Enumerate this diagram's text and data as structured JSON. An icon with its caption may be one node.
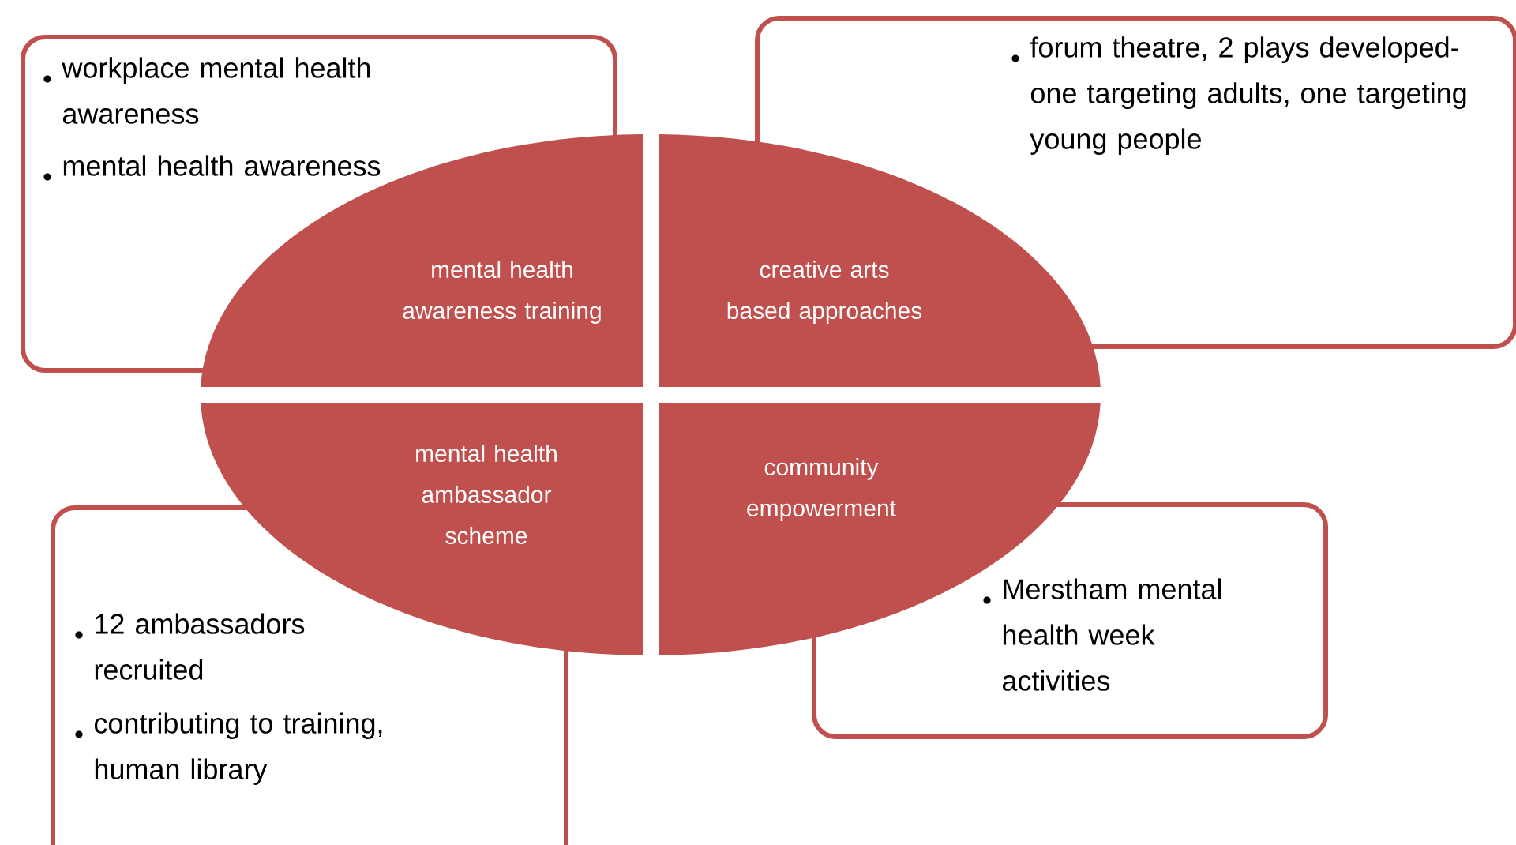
{
  "diagram": {
    "nodes": [
      {
        "text": [
          "workplace mental health awareness",
          "mental health awareness"
        ]
      },
      {
        "text": [
          "mental health awareness training"
        ]
      },
      {
        "text": [
          "creative arts based approaches"
        ]
      },
      {
        "text": [
          "forum theatre, 2 plays developed- one targeting adults, one targeting young people"
        ]
      },
      {
        "text": [
          "mental health ambassador scheme"
        ]
      },
      {
        "text": [
          "community empowerment"
        ]
      },
      {
        "text": [
          "12 ambassadors recruited",
          "contributing to training, human library"
        ]
      },
      {
        "text": [
          "Merstham mental health week activities"
        ]
      }
    ]
  }
}
